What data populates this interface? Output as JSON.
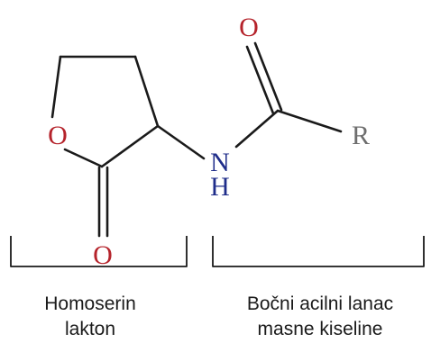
{
  "molecule": {
    "atoms": {
      "ring_oxygen": "O",
      "carbonyl_oxygen_ring": "O",
      "carbonyl_oxygen_acyl": "O",
      "nitrogen": "N",
      "hydrogen": "H",
      "r_group": "R"
    }
  },
  "captions": {
    "lactone_line1": "Homoserin",
    "lactone_line2": "lakton",
    "acyl_line1": "Bočni acilni lanac",
    "acyl_line2": "masne kiseline"
  },
  "colors": {
    "oxygen": "#b5232b",
    "nitrogen": "#1f2d8a",
    "r_group": "#6e6e6e",
    "bond": "#1a1a1a"
  }
}
